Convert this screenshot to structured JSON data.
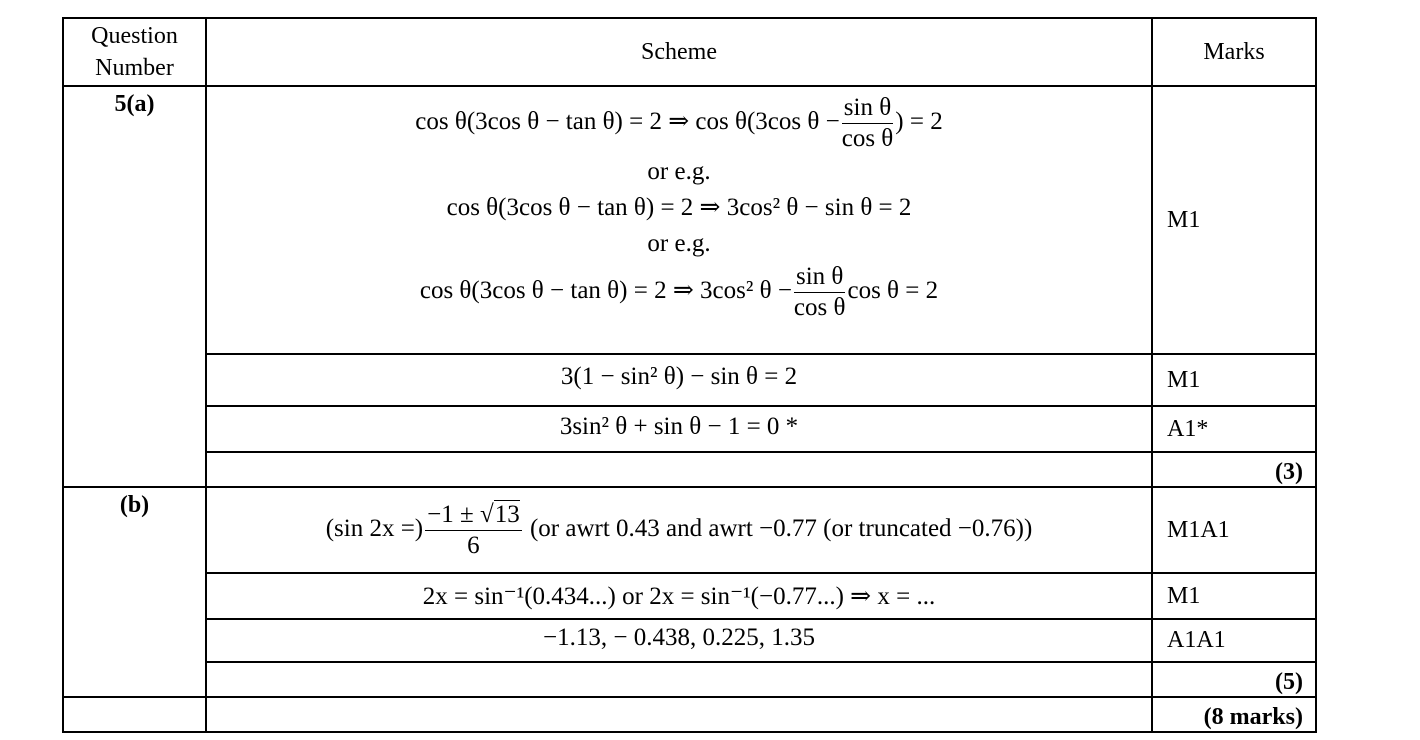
{
  "header": {
    "question": "Question Number",
    "scheme": "Scheme",
    "marks": "Marks"
  },
  "part_a": {
    "label": "5(a)",
    "step1": {
      "l1_pre": "cos θ(3cos θ − tan θ) = 2 ⇒ cos θ(3cos θ −",
      "l1_num": "sin θ",
      "l1_den": "cos θ",
      "l1_post": ") = 2",
      "or1": "or e.g.",
      "l2": "cos θ(3cos θ − tan θ) = 2 ⇒ 3cos² θ − sin θ = 2",
      "or2": "or e.g.",
      "l3_pre": "cos θ(3cos θ − tan θ) = 2 ⇒ 3cos² θ −",
      "l3_num": "sin θ",
      "l3_den": "cos θ",
      "l3_post": "cos θ = 2",
      "mark": "M1"
    },
    "step2": {
      "text": "3(1 − sin² θ) − sin θ = 2",
      "mark": "M1"
    },
    "step3": {
      "text": "3sin² θ + sin θ − 1 = 0 *",
      "mark": "A1*"
    },
    "total": "(3)"
  },
  "part_b": {
    "label": "(b)",
    "step1": {
      "pre": "(sin 2x =)",
      "num_a": "−1 ± ",
      "num_b": "13",
      "den": "6",
      "post": " (or awrt 0.43 and awrt −0.77 (or truncated −0.76))",
      "mark": "M1A1"
    },
    "step2": {
      "text": "2x = sin⁻¹(0.434...) or 2x = sin⁻¹(−0.77...) ⇒ x = ...",
      "mark": "M1"
    },
    "step3": {
      "text": "−1.13, − 0.438, 0.225, 1.35",
      "mark": "A1A1"
    },
    "total": "(5)"
  },
  "grand_total": "(8 marks)"
}
